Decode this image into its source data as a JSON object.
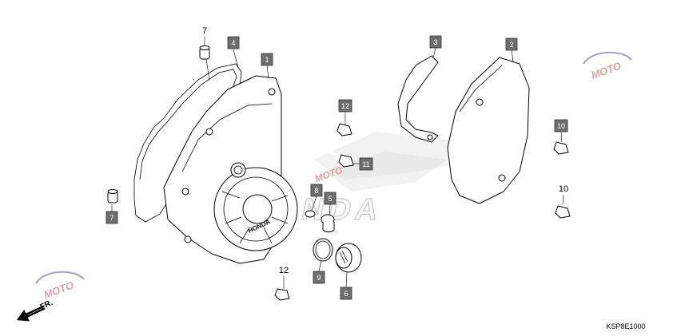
{
  "callouts": [
    {
      "id": "c7a",
      "text": "7",
      "boxed": false
    },
    {
      "id": "c4",
      "text": "4",
      "boxed": true
    },
    {
      "id": "c1",
      "text": "1",
      "boxed": true
    },
    {
      "id": "c12a",
      "text": "12",
      "boxed": true
    },
    {
      "id": "c11",
      "text": "11",
      "boxed": true
    },
    {
      "id": "c8",
      "text": "8",
      "boxed": true
    },
    {
      "id": "c5",
      "text": "5",
      "boxed": true
    },
    {
      "id": "c9",
      "text": "9",
      "boxed": true
    },
    {
      "id": "c6",
      "text": "6",
      "boxed": true
    },
    {
      "id": "c12b",
      "text": "12",
      "boxed": false
    },
    {
      "id": "c7b",
      "text": "7",
      "boxed": true
    },
    {
      "id": "c3",
      "text": "3",
      "boxed": true
    },
    {
      "id": "c2",
      "text": "2",
      "boxed": true
    },
    {
      "id": "c10a",
      "text": "10",
      "boxed": true
    },
    {
      "id": "c10b",
      "text": "10",
      "boxed": false
    }
  ],
  "front_label": "FR.",
  "diagram_code": "KSP8E1000",
  "cover_brand_text": "HONDA",
  "watermark_text": "HONDA",
  "moto_logo_text": "MOTO",
  "colors": {
    "label_box": "#6e6e6e",
    "line": "#000000",
    "watermark": "#d9d9d9"
  }
}
